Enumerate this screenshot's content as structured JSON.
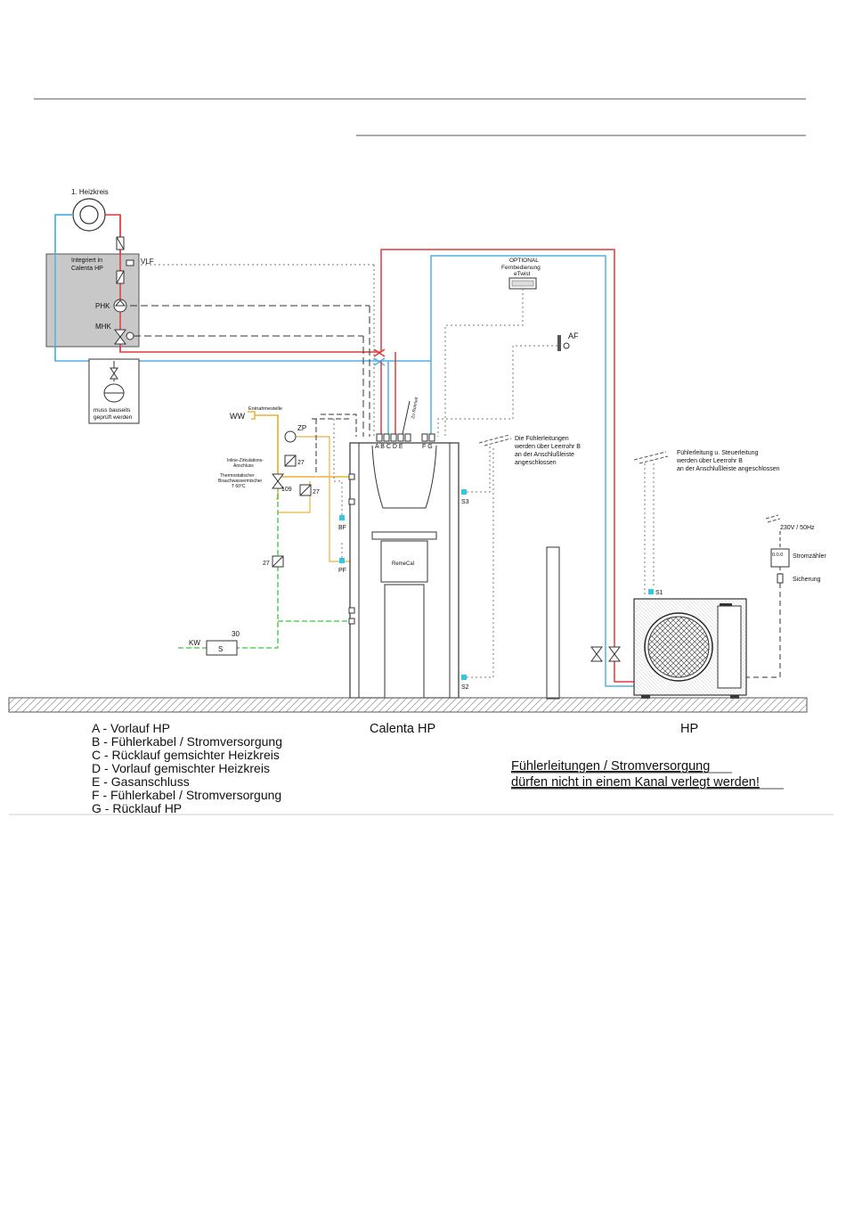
{
  "colors": {
    "flow_red": "#e03a3a",
    "return_blue": "#4fb2e0",
    "cold_green": "#3cc43c",
    "hot_yellow": "#e8b43a",
    "box_gray": "#c8c8c8",
    "sensor_cyan": "#36c7e0",
    "text": "#111111"
  },
  "heating_circuit": {
    "title": "1. Heizkreis",
    "box_label_1": "Integriert in",
    "box_label_2": "Calenta HP",
    "vlf": "VLF",
    "phk": "PHK",
    "mhk": "MHK",
    "expansion_note_1": "muss bauseits",
    "expansion_note_2": "geprüft werden"
  },
  "dhw": {
    "ww": "WW",
    "entnahme": "Entnahmestelle",
    "zp": "ZP",
    "circ_1": "Inline-Zirkulations-",
    "circ_2": "Anschluss",
    "thermo_1": "Thermostatischer",
    "thermo_2": "Brauchwassermischer",
    "thermo_3": "T 60°C",
    "n27a": "27",
    "n27b": "27",
    "n27c": "27",
    "n109": "109",
    "kw": "KW",
    "n30": "30",
    "s": "S"
  },
  "calenta": {
    "connectors": "A B C D E",
    "connectors2": "F G",
    "zu_rohr": "Zu Rohrleit",
    "brand": "RemeCal",
    "bf": "BF",
    "pf": "PF",
    "s3": "S3",
    "s2": "S2"
  },
  "optional": {
    "line1": "OPTIONAL",
    "line2": "Fernbedienung",
    "line3": "eTwist",
    "af": "AF"
  },
  "note_calenta": {
    "l1": "Die Fühlerleitungen",
    "l2": "werden über Leerrohr B",
    "l3": "an der Anschlußleiste",
    "l4": "angeschlossen"
  },
  "note_hp": {
    "l1": "Fühlerleitung u. Steuerleitung",
    "l2": "werden über Leerrohr B",
    "l3": "an der Anschlußleiste angeschlossen"
  },
  "power": {
    "supply": "230V / 50Hz",
    "meter_value": "0.0.0",
    "meter": "Stromzähler",
    "fuse": "Sicherung",
    "s1": "S1"
  },
  "captions": {
    "calenta": "Calenta  HP",
    "hp": "HP"
  },
  "legend": [
    "A - Vorlauf HP",
    "B - Fühlerkabel / Stromversorgung",
    "C - Rücklauf gemsichter Heizkreis",
    "D - Vorlauf gemischter Heizkreis",
    "E - Gasanschluss",
    "F - Fühlerkabel / Stromversorgung",
    "G - Rücklauf HP"
  ],
  "warning": {
    "line1": "Fühlerleitungen  / Stromversorgung",
    "line2": "dürfen nicht in einem Kanal verlegt werden!"
  }
}
